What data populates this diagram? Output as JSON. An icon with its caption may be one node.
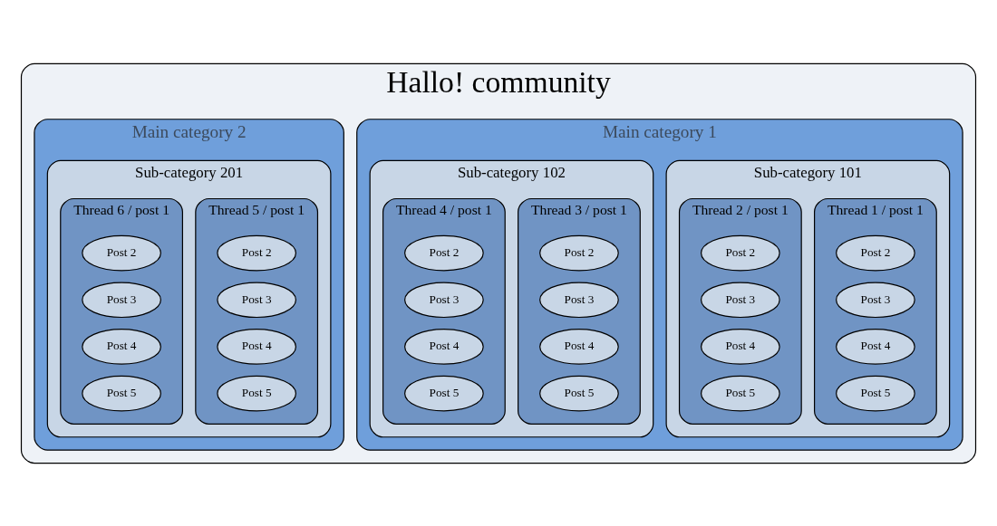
{
  "diagram": {
    "nodes": [
      {
        "text": [
          "Hallo! community"
        ]
      },
      {
        "text": [
          "Main category 1"
        ],
        "in": 0
      },
      {
        "text": [
          "Sub-category 101"
        ],
        "in": 1
      },
      {
        "text": [
          "Thread 1 / post 1"
        ],
        "in": 2
      },
      {
        "text": [
          "Post 2"
        ],
        "in": 3
      },
      {
        "text": [
          "Post 3"
        ],
        "in": 3
      },
      {
        "text": [
          "Post 4"
        ],
        "in": 3
      },
      {
        "text": [
          "Post 5"
        ],
        "in": 3
      },
      {
        "text": [
          "Thread 2 / post 1"
        ],
        "in": 2
      },
      {
        "text": [
          "Post 2"
        ],
        "in": 8
      },
      {
        "text": [
          "Post 3"
        ],
        "in": 8
      },
      {
        "text": [
          "Post 4"
        ],
        "in": 8
      },
      {
        "text": [
          "Post 5"
        ],
        "in": 8
      },
      {
        "text": [
          "Sub-category 102"
        ],
        "in": 1
      },
      {
        "text": [
          "Thread 3 / post 1"
        ],
        "in": 13
      },
      {
        "text": [
          "Post 2"
        ],
        "in": 14
      },
      {
        "text": [
          "Post 3"
        ],
        "in": 14
      },
      {
        "text": [
          "Post 4"
        ],
        "in": 14
      },
      {
        "text": [
          "Post 5"
        ],
        "in": 14
      },
      {
        "text": [
          "Thread 4 / post 1"
        ],
        "in": 13
      },
      {
        "text": [
          "Post 2"
        ],
        "in": 19
      },
      {
        "text": [
          "Post 3"
        ],
        "in": 19
      },
      {
        "text": [
          "Post 4"
        ],
        "in": 19
      },
      {
        "text": [
          "Post 5"
        ],
        "in": 19
      },
      {
        "text": [
          "Main category 2"
        ],
        "in": 0
      },
      {
        "text": [
          "Sub-category 201"
        ],
        "in": 24
      },
      {
        "text": [
          "Thread 5 / post 1"
        ],
        "in": 25
      },
      {
        "text": [
          "Post 2"
        ],
        "in": 26
      },
      {
        "text": [
          "Post 3"
        ],
        "in": 26
      },
      {
        "text": [
          "Post 4"
        ],
        "in": 26
      },
      {
        "text": [
          "Post 5"
        ],
        "in": 26
      },
      {
        "text": [
          "Thread 6 / post 1"
        ],
        "in": 25
      },
      {
        "text": [
          "Post 2"
        ],
        "in": 31
      },
      {
        "text": [
          "Post 3"
        ],
        "in": 31
      },
      {
        "text": [
          "Post 4"
        ],
        "in": 31
      },
      {
        "text": [
          "Post 5"
        ],
        "in": 31
      }
    ]
  }
}
